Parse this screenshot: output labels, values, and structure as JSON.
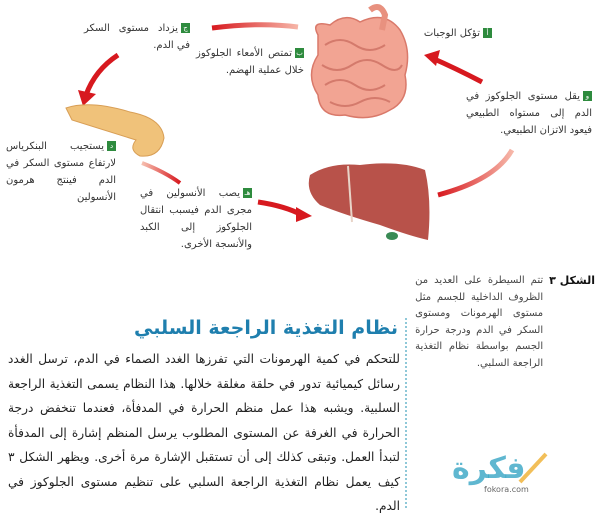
{
  "diagram": {
    "steps": [
      {
        "badge": "أ",
        "text": "تؤكل الوجبات"
      },
      {
        "badge": "ب",
        "text": "تمتص الأمعاء الجلوكوز خلال عملية الهضم."
      },
      {
        "badge": "ج",
        "text": "يزداد مستوى السكر في الدم."
      },
      {
        "badge": "د",
        "text": "يستجيب البنكرياس لارتفاع مستوى السكر في الدم فينتج هرمون الأنسولين"
      },
      {
        "badge": "هـ",
        "text": "يصب الأنسولين في مجرى الدم فيسبب انتقال الجلوكوز إلى الكبد والأنسجة الأخرى."
      },
      {
        "badge": "و",
        "text": "يقل مستوى الجلوكوز في الدم إلى مستواه الطبيعي فيعود الاتزان الطبيعي."
      }
    ],
    "colors": {
      "arrow": "#d7191f",
      "badge": "#2e8b3e",
      "intestine": "#f0a08e",
      "pancreas": "#f0c27a",
      "liver": "#b8524a"
    }
  },
  "caption": {
    "figure_label": "الشكل ٣",
    "text": "تتم السيطرة على العديد من الظروف الداخلية للجسم مثل مستوى الهرمونات ومستوى السكر في الدم ودرجة حرارة الجسم بواسطة نظام التغذية الراجعة السلبي."
  },
  "section": {
    "heading": "نظام التغذية الراجعة السلبي",
    "heading_color": "#1f7fae",
    "paragraph": "للتحكم في كمية الهرمونات التي تفرزها الغدد الصماء في الدم، ترسل الغدد رسائل كيميائية تدور في حلقة مغلقة خلالها. هذا النظام يسمى التغذية الراجعة السلبية. ويشبه هذا عمل منظم الحرارة في المدفأة، فعندما تنخفض درجة الحرارة في الغرفة عن المستوى المطلوب يرسل المنظم إشارة إلى المدفأة لتبدأ العمل. وتبقى كذلك إلى أن تستقبل الإشارة مرة أخرى. ويظهر الشكل ٣ كيف يعمل نظام التغذية الراجعة السلبي على تنظيم مستوى الجلوكوز في الدم."
  },
  "watermark": {
    "logo": "فكرة",
    "site": "fokora.com"
  }
}
